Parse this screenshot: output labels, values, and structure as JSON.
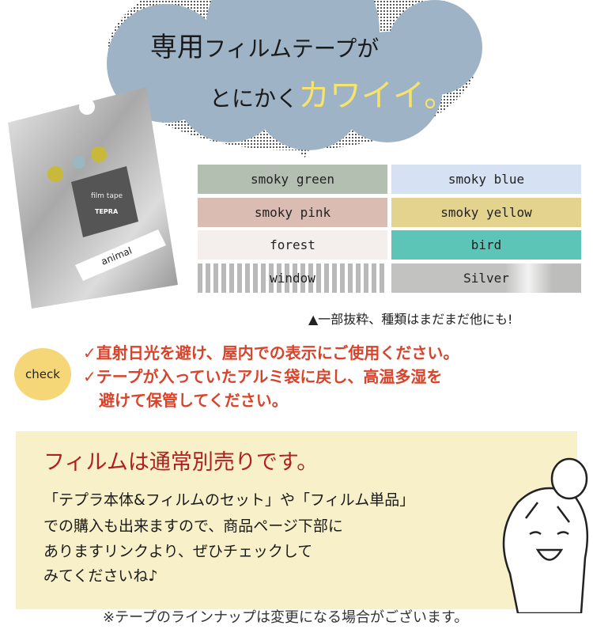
{
  "headline": {
    "line1_kanji": "専用",
    "line1_rest": "フィルムテープが",
    "line2_start": "とにかく",
    "line2_accent": "カワイイ。"
  },
  "colors": {
    "cloud": "#9fb3c6",
    "accent_yellow": "#f6e36a",
    "warning_red": "#d9432a",
    "title_red": "#b02020",
    "box_bg": "#f8f0c8",
    "check_circle": "#f6d777"
  },
  "product": {
    "label": "film tape",
    "brand": "TEPRA",
    "sticker": "animal"
  },
  "swatches": [
    {
      "label": "smoky green",
      "color": "#b3bfb0"
    },
    {
      "label": "smoky blue",
      "color": "#d6e2f3"
    },
    {
      "label": "smoky pink",
      "color": "#dbbcb3"
    },
    {
      "label": "smoky yellow",
      "color": "#e4d38e"
    },
    {
      "label": "forest",
      "color": "#f4efec"
    },
    {
      "label": "bird",
      "color": "#5cc5b7"
    },
    {
      "label": "window",
      "color": "#eeeeee"
    },
    {
      "label": "Silver",
      "color": "#c2c2c0"
    }
  ],
  "swatch_note": "▲一部抜粋、種類はまだまだ他にも!",
  "check": {
    "badge": "check",
    "lines": [
      "✓直射日光を避け、屋内での表示にご使用ください。",
      "✓テープが入っていたアルミ袋に戻し、高温多湿を",
      "　避けて保管してください。"
    ]
  },
  "info": {
    "title": "フィルムは通常別売りです。",
    "lines": [
      "「テプラ本体&フィルムのセット」や「フィルム単品」",
      "での購入も出来ますので、商品ページ下部に",
      "ありますリンクより、ぜひチェックして",
      "みてくださいね♪"
    ]
  },
  "footnote": "※テープのラインナップは変更になる場合がございます。"
}
